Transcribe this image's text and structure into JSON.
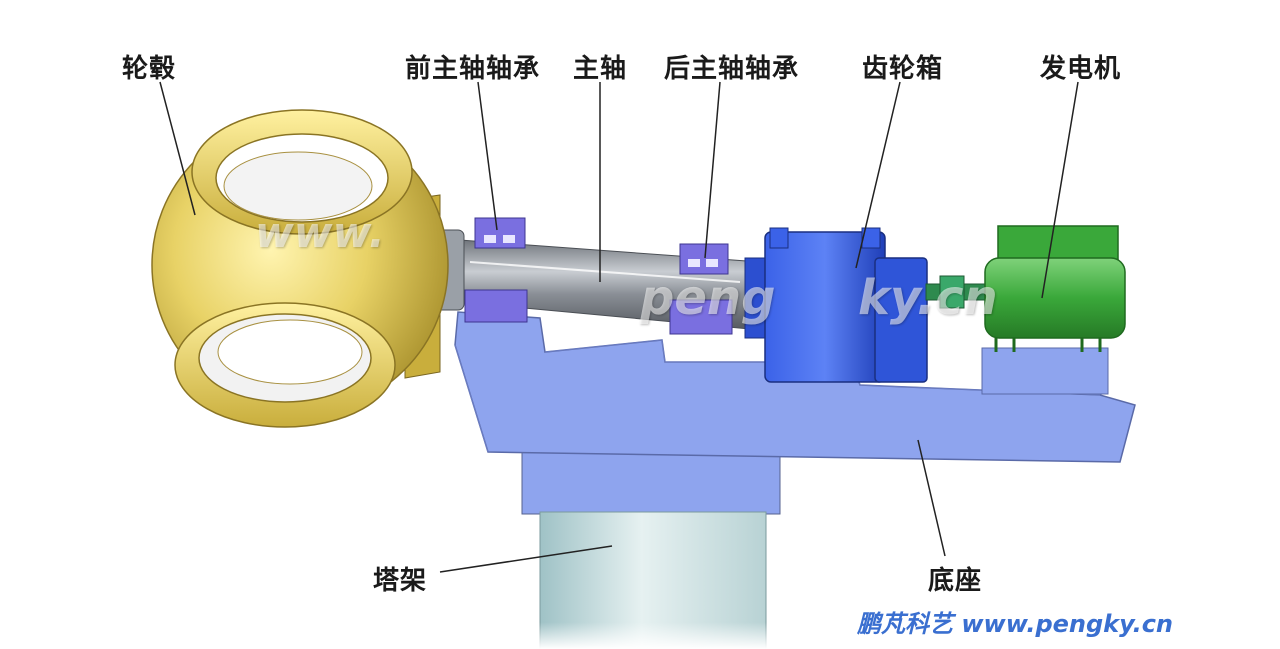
{
  "labels": {
    "hub": "轮毂",
    "front_bearing": "前主轴轴承",
    "main_shaft": "主轴",
    "rear_bearing": "后主轴轴承",
    "gearbox": "齿轮箱",
    "generator": "发电机",
    "tower": "塔架",
    "base": "底座"
  },
  "watermarks": {
    "left": "www.",
    "mid": "peng",
    "right": "ky.cn"
  },
  "credit": {
    "name": "鹏芃科艺",
    "url": "www.pengky.cn"
  },
  "colors": {
    "hub": "#e8d266",
    "base": "#8ea4ee",
    "gearbox": "#2f55d8",
    "generator": "#3aa83a",
    "bearing": "#7a6fe0",
    "shaft": "#8a8f96",
    "tower": "#c6dcde",
    "credit": "#3a6fd0"
  }
}
